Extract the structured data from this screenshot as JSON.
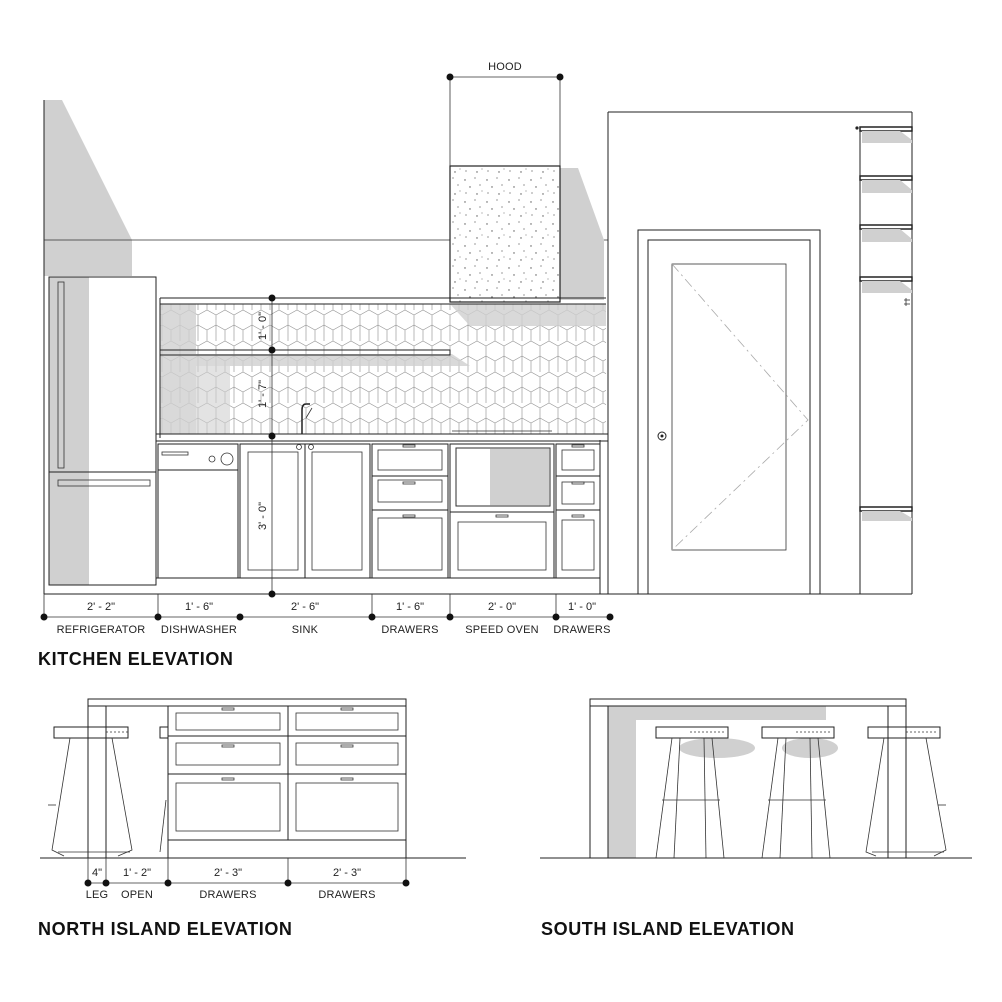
{
  "titles": {
    "kitchen": "KITCHEN ELEVATION",
    "north": "NORTH ISLAND ELEVATION",
    "south": "SOUTH ISLAND ELEVATION"
  },
  "kitchen": {
    "hood_label": "HOOD",
    "vertical_dims": [
      "1' - 0\"",
      "1' - 7\"",
      "3' - 0\""
    ],
    "segments": [
      {
        "dim": "2' - 2\"",
        "label": "REFRIGERATOR"
      },
      {
        "dim": "1' - 6\"",
        "label": "DISHWASHER"
      },
      {
        "dim": "2' - 6\"",
        "label": "SINK"
      },
      {
        "dim": "1' - 6\"",
        "label": "DRAWERS"
      },
      {
        "dim": "2' - 0\"",
        "label": "SPEED OVEN"
      },
      {
        "dim": "1' - 0\"",
        "label": "DRAWERS"
      }
    ]
  },
  "north_island": {
    "segments": [
      {
        "dim": "4\"",
        "label": "LEG"
      },
      {
        "dim": "1' - 2\"",
        "label": "OPEN"
      },
      {
        "dim": "2' - 3\"",
        "label": "DRAWERS"
      },
      {
        "dim": "2' - 3\"",
        "label": "DRAWERS"
      }
    ]
  },
  "colors": {
    "shadow": "#d0d0d0",
    "line": "#222222"
  }
}
